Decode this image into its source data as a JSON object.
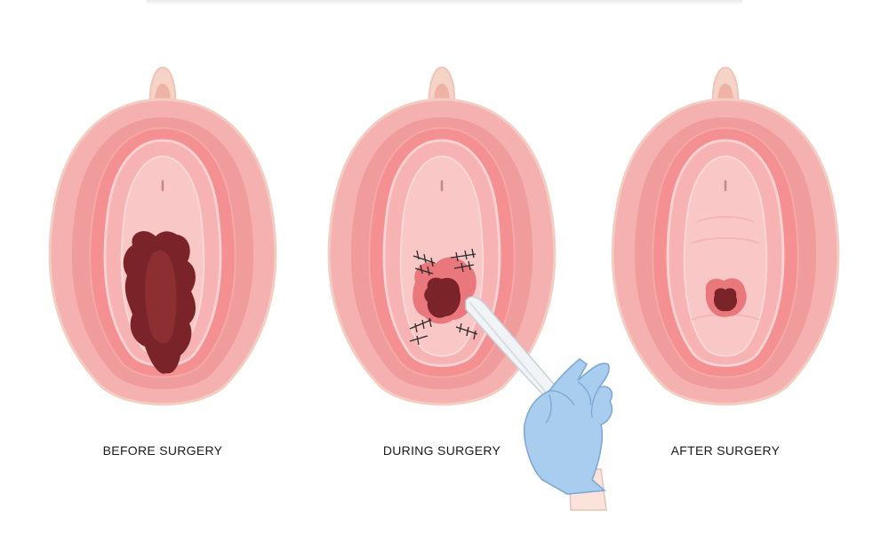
{
  "panels": [
    {
      "label": "BEFORE SURGERY",
      "stage": "before"
    },
    {
      "label": "DURING SURGERY",
      "stage": "during"
    },
    {
      "label": "AFTER SURGERY",
      "stage": "after"
    }
  ],
  "colors": {
    "outer_skin": "#f5b1b0",
    "outer_edge": "#f3cdc2",
    "mid_fold": "#f19c9c",
    "inner_fold": "#f48f92",
    "vestibule": "#f8c7c6",
    "opening_dark": "#7a2328",
    "opening_mid": "#8f3034",
    "glove": "#a8cdef",
    "glove_outline": "#7fa8d4",
    "instrument": "#f1f4f6",
    "stitch": "#2a2a2a"
  },
  "icons": [
    "scalpel-icon",
    "gloved-hand-icon",
    "suture-icon"
  ]
}
